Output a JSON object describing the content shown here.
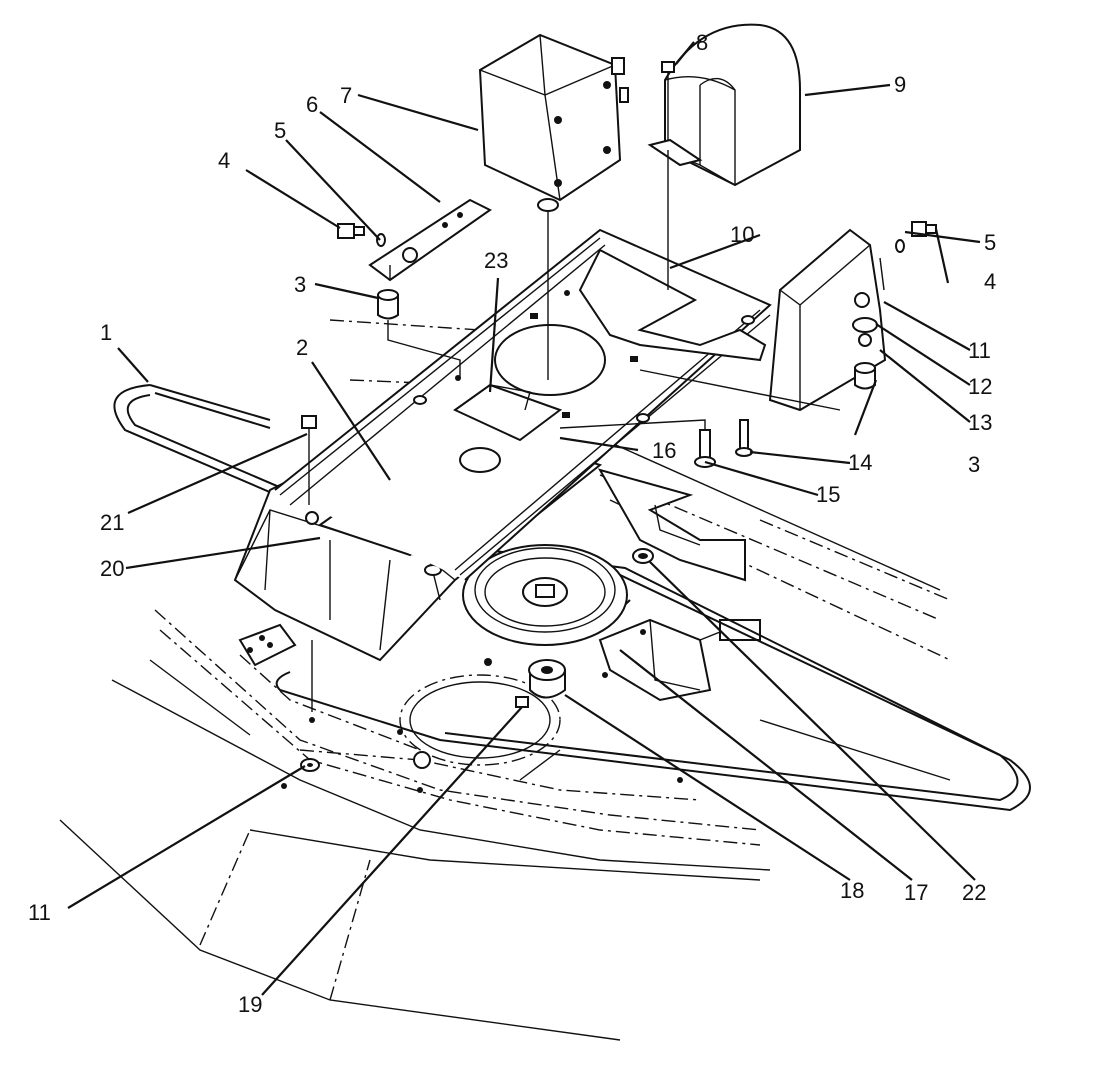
{
  "diagram": {
    "callouts": [
      {
        "id": "c1",
        "label": "1"
      },
      {
        "id": "c2",
        "label": "2"
      },
      {
        "id": "c3a",
        "label": "3"
      },
      {
        "id": "c3b",
        "label": "3"
      },
      {
        "id": "c4a",
        "label": "4"
      },
      {
        "id": "c4b",
        "label": "4"
      },
      {
        "id": "c5a",
        "label": "5"
      },
      {
        "id": "c5b",
        "label": "5"
      },
      {
        "id": "c6",
        "label": "6"
      },
      {
        "id": "c7",
        "label": "7"
      },
      {
        "id": "c8",
        "label": "8"
      },
      {
        "id": "c9",
        "label": "9"
      },
      {
        "id": "c10",
        "label": "10"
      },
      {
        "id": "c11a",
        "label": "11"
      },
      {
        "id": "c11b",
        "label": "11"
      },
      {
        "id": "c12",
        "label": "12"
      },
      {
        "id": "c13",
        "label": "13"
      },
      {
        "id": "c14",
        "label": "14"
      },
      {
        "id": "c15",
        "label": "15"
      },
      {
        "id": "c16",
        "label": "16"
      },
      {
        "id": "c17",
        "label": "17"
      },
      {
        "id": "c18",
        "label": "18"
      },
      {
        "id": "c19",
        "label": "19"
      },
      {
        "id": "c20",
        "label": "20"
      },
      {
        "id": "c21",
        "label": "21"
      },
      {
        "id": "c22",
        "label": "22"
      },
      {
        "id": "c23",
        "label": "23"
      }
    ]
  }
}
